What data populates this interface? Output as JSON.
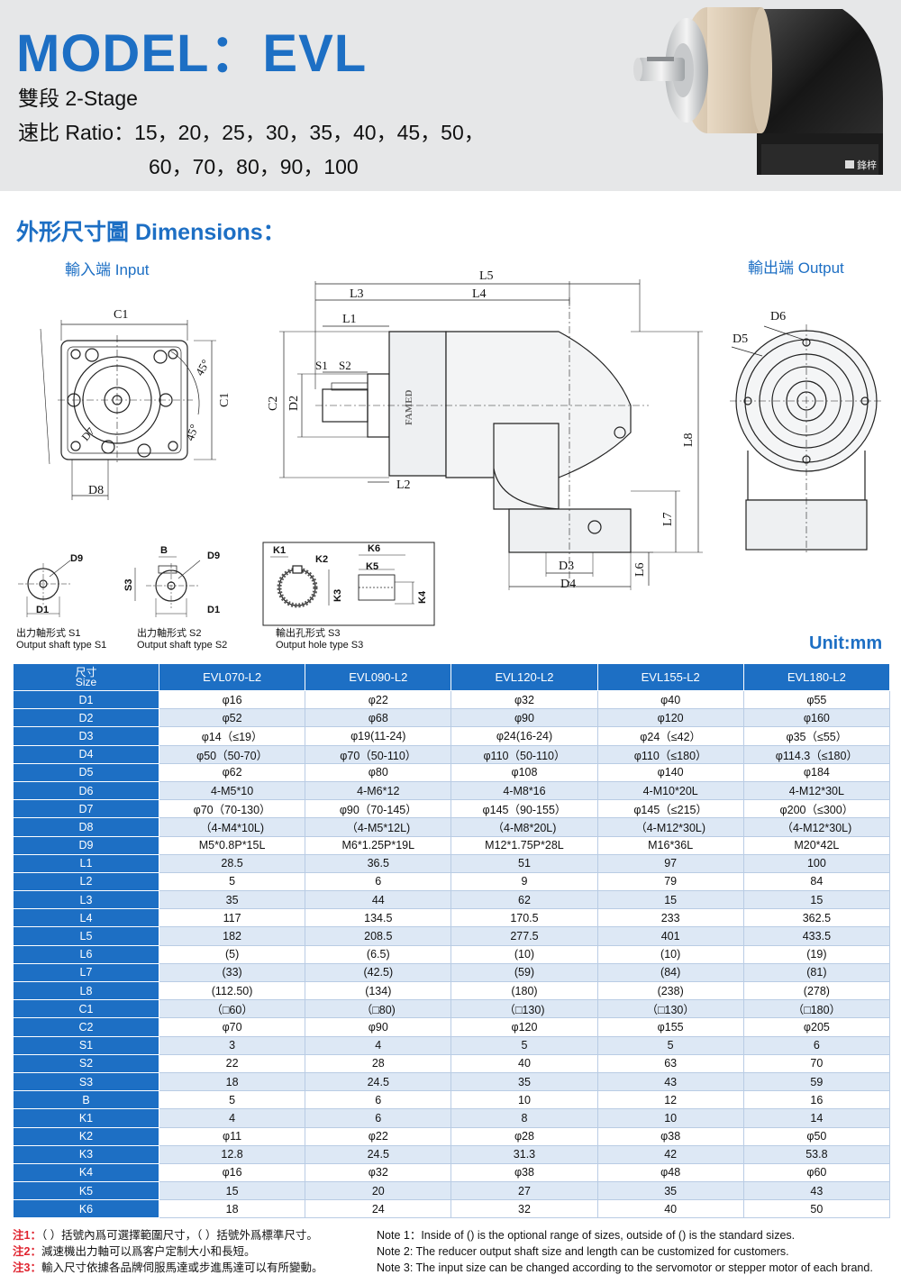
{
  "header": {
    "title": "MODEL：EVL",
    "stage": "雙段 2-Stage",
    "ratio_line1": "速比 Ratio：15，20，25，30，35，40，45，50，",
    "ratio_line2": "60，70，80，90，100"
  },
  "dimensions": {
    "heading": "外形尺寸圖 Dimensions：",
    "input_label": "輸入端 Input",
    "output_label": "輸出端 Output",
    "unit": "Unit:mm",
    "drawing_labels": {
      "c1": "C1",
      "c2": "C2",
      "d2": "D2",
      "d8": "D8",
      "angle": "45°",
      "l1": "L1",
      "l2": "L2",
      "l3": "L3",
      "l4": "L4",
      "l5": "L5",
      "l6": "L6",
      "l7": "L7",
      "l8": "L8",
      "s1": "S1",
      "s2": "S2",
      "d3": "D3",
      "d4": "D4",
      "d5": "D5",
      "d6": "D6",
      "d7": "D7",
      "d9": "D9",
      "d1": "D1",
      "s3": "S3",
      "b": "B",
      "k1": "K1",
      "k2": "K2",
      "k3": "K3",
      "k4": "K4",
      "k5": "K5",
      "k6": "K6",
      "brand": "FAMED"
    },
    "shaft_types": [
      {
        "zh": "出力軸形式 S1",
        "en": "Output shaft type S1"
      },
      {
        "zh": "出力軸形式 S2",
        "en": "Output shaft type S2"
      },
      {
        "zh": "輸出孔形式 S3",
        "en": "Output hole type S3"
      }
    ]
  },
  "product": {
    "logo_text": "鋒梓"
  },
  "table": {
    "size_head_zh": "尺寸",
    "size_head_en": "Size",
    "models": [
      "EVL070-L2",
      "EVL090-L2",
      "EVL120-L2",
      "EVL155-L2",
      "EVL180-L2"
    ],
    "rows": [
      [
        "D1",
        "φ16",
        "φ22",
        "φ32",
        "φ40",
        "φ55"
      ],
      [
        "D2",
        "φ52",
        "φ68",
        "φ90",
        "φ120",
        "φ160"
      ],
      [
        "D3",
        "φ14（≤19）",
        "φ19(11-24)",
        "φ24(16-24)",
        "φ24（≤42）",
        "φ35（≤55）"
      ],
      [
        "D4",
        "φ50（50-70）",
        "φ70（50-110）",
        "φ110（50-110）",
        "φ110（≤180）",
        "φ114.3（≤180）"
      ],
      [
        "D5",
        "φ62",
        "φ80",
        "φ108",
        "φ140",
        "φ184"
      ],
      [
        "D6",
        "4-M5*10",
        "4-M6*12",
        "4-M8*16",
        "4-M10*20L",
        "4-M12*30L"
      ],
      [
        "D7",
        "φ70（70-130）",
        "φ90（70-145）",
        "φ145（90-155）",
        "φ145（≤215）",
        "φ200（≤300）"
      ],
      [
        "D8",
        "（4-M4*10L)",
        "（4-M5*12L)",
        "（4-M8*20L)",
        "（4-M12*30L)",
        "（4-M12*30L)"
      ],
      [
        "D9",
        "M5*0.8P*15L",
        "M6*1.25P*19L",
        "M12*1.75P*28L",
        "M16*36L",
        "M20*42L"
      ],
      [
        "L1",
        "28.5",
        "36.5",
        "51",
        "97",
        "100"
      ],
      [
        "L2",
        "5",
        "6",
        "9",
        "79",
        "84"
      ],
      [
        "L3",
        "35",
        "44",
        "62",
        "15",
        "15"
      ],
      [
        "L4",
        "117",
        "134.5",
        "170.5",
        "233",
        "362.5"
      ],
      [
        "L5",
        "182",
        "208.5",
        "277.5",
        "401",
        "433.5"
      ],
      [
        "L6",
        "(5)",
        "(6.5)",
        "(10)",
        "(10)",
        "(19)"
      ],
      [
        "L7",
        "(33)",
        "(42.5)",
        "(59)",
        "(84)",
        "(81)"
      ],
      [
        "L8",
        "(112.50)",
        "(134)",
        "(180)",
        "(238)",
        "(278)"
      ],
      [
        "C1",
        "（□60）",
        "（□80)",
        "（□130)",
        "（□130）",
        "（□180）"
      ],
      [
        "C2",
        "φ70",
        "φ90",
        "φ120",
        "φ155",
        "φ205"
      ],
      [
        "S1",
        "3",
        "4",
        "5",
        "5",
        "6"
      ],
      [
        "S2",
        "22",
        "28",
        "40",
        "63",
        "70"
      ],
      [
        "S3",
        "18",
        "24.5",
        "35",
        "43",
        "59"
      ],
      [
        "B",
        "5",
        "6",
        "10",
        "12",
        "16"
      ],
      [
        "K1",
        "4",
        "6",
        "8",
        "10",
        "14"
      ],
      [
        "K2",
        "φ11",
        "φ22",
        "φ28",
        "φ38",
        "φ50"
      ],
      [
        "K3",
        "12.8",
        "24.5",
        "31.3",
        "42",
        "53.8"
      ],
      [
        "K4",
        "φ16",
        "φ32",
        "φ38",
        "φ48",
        "φ60"
      ],
      [
        "K5",
        "15",
        "20",
        "27",
        "35",
        "43"
      ],
      [
        "K6",
        "18",
        "24",
        "32",
        "40",
        "50"
      ]
    ]
  },
  "notes": {
    "zh": [
      {
        "tag": "注1：",
        "text": "（ ）括號內爲可選擇範圍尺寸，（ ）括號外爲標準尺寸。"
      },
      {
        "tag": "注2：",
        "text": "減速機出力軸可以爲客户定制大小和長短。"
      },
      {
        "tag": "注3：",
        "text": "輸入尺寸依據各品牌伺服馬達或步進馬達可以有所變動。"
      }
    ],
    "en": [
      "Note 1：Inside of () is the optional range of sizes, outside of () is the standard sizes.",
      "Note 2: The reducer output shaft size and length can be customized for customers.",
      "Note 3: The input size can be changed according to the servomotor or stepper motor of each brand."
    ]
  }
}
